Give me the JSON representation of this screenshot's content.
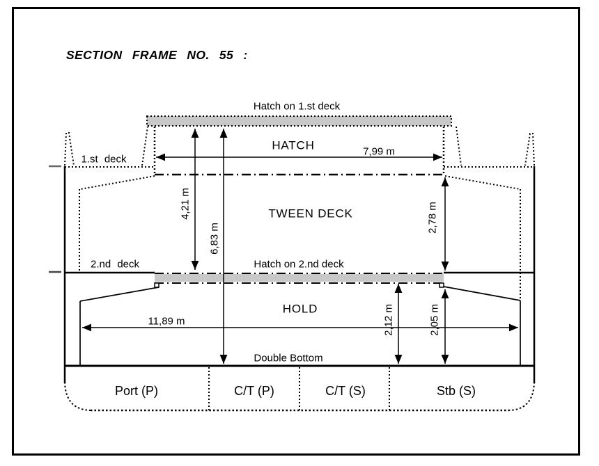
{
  "title": "SECTION FRAME NO. 55 :",
  "labels": {
    "hatch_on_1st_deck": "Hatch on 1.st deck",
    "first_deck": "1.st deck",
    "hatch": "HATCH",
    "tween_deck": "TWEEN DECK",
    "second_deck": "2.nd deck",
    "hatch_on_2nd_deck": "Hatch on 2.nd deck",
    "hold": "HOLD",
    "double_bottom": "Double Bottom"
  },
  "dimensions": {
    "hatch_width": "7,99 m",
    "deck1_to_2nd_deck_hatch": "4,21 m",
    "deck1_to_double_bottom": "6,83 m",
    "tween_deck_height": "2,78 m",
    "hold_height_at_hatch": "2,12 m",
    "hold_height_at_side": "2,05 m",
    "hold_width": "11,89 m"
  },
  "tanks": [
    {
      "label": "Port (P)"
    },
    {
      "label": "C/T (P)"
    },
    {
      "label": "C/T (S)"
    },
    {
      "label": "Stb (S)"
    }
  ],
  "colors": {
    "line": "#000000",
    "hatch_fill": "#c8c8c8",
    "tick": "#666666",
    "background": "#ffffff"
  }
}
